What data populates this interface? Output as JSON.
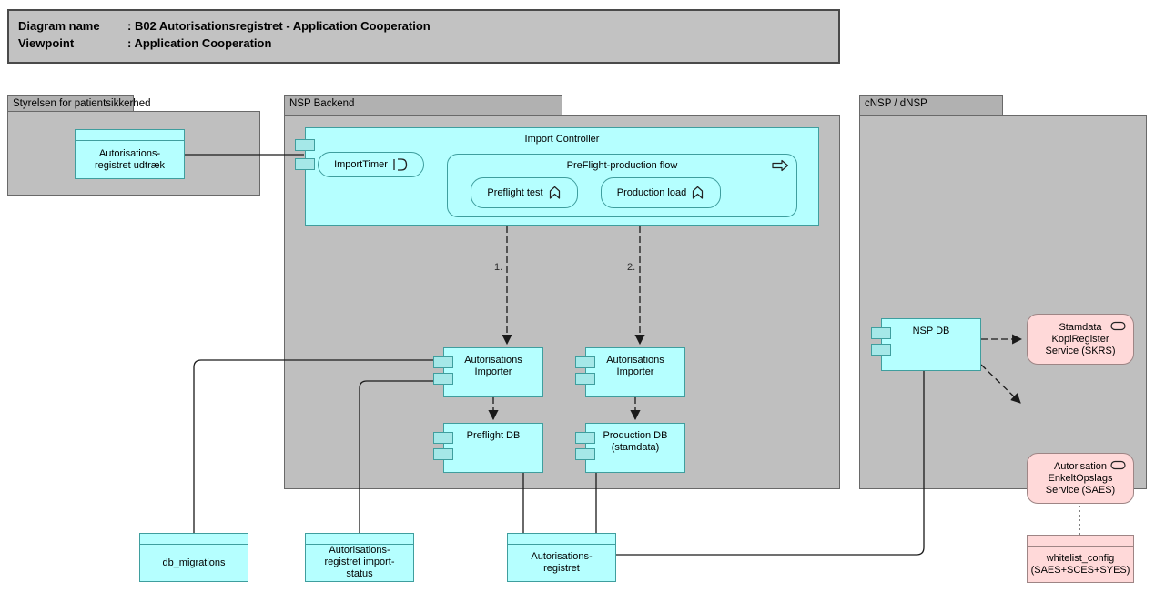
{
  "title": {
    "rows": [
      {
        "label": "Diagram name",
        "value": ": B02 Autorisationsregistret - Application Cooperation"
      },
      {
        "label": "Viewpoint",
        "value": ": Application Cooperation"
      }
    ]
  },
  "groups": {
    "styrelsen": {
      "label": "Styrelsen for patientsikkerhed"
    },
    "nsp_backend": {
      "label": "NSP Backend"
    },
    "cnsp": {
      "label": "cNSP / dNSP"
    }
  },
  "nodes": {
    "udtraek": {
      "label": "Autorisations-\nregistret udtræk",
      "type": "artifact"
    },
    "import_controller": {
      "label": "Import Controller",
      "type": "component"
    },
    "import_timer": {
      "label": "ImportTimer",
      "icon": "event-icon"
    },
    "flow": {
      "label": "PreFlight-production flow",
      "icon": "process-arrow-icon"
    },
    "preflight_test": {
      "label": "Preflight test",
      "icon": "function-icon"
    },
    "production_load": {
      "label": "Production load",
      "icon": "function-icon"
    },
    "importer_preflight": {
      "label": "Autorisations\nImporter",
      "type": "component"
    },
    "importer_production": {
      "label": "Autorisations\nImporter",
      "type": "component"
    },
    "preflight_db": {
      "label": "Preflight DB",
      "type": "component"
    },
    "production_db": {
      "label": "Production DB\n(stamdata)",
      "type": "component"
    },
    "nsp_db": {
      "label": "NSP DB",
      "type": "component"
    },
    "skrs": {
      "label": "Stamdata\nKopiRegister\nService (SKRS)",
      "icon": "service-icon"
    },
    "saes": {
      "label": "Autorisation\nEnkeltOpslags\nService (SAES)",
      "icon": "service-icon"
    },
    "db_migrations": {
      "label": "db_migrations",
      "type": "artifact"
    },
    "import_status": {
      "label": "Autorisations-\nregistret import-\nstatus",
      "type": "artifact"
    },
    "aut_registret": {
      "label": "Autorisations-\nregistret",
      "type": "artifact"
    },
    "whitelist": {
      "label": "whitelist_config\n(SAES+SCES+SYES)",
      "type": "artifact"
    }
  },
  "connectors": {
    "flow1": "1.",
    "flow2": "2."
  },
  "colors": {
    "application_cyan": "#b5ffff",
    "external_pink": "#ffd9d9",
    "group_grey": "#bfbfbf",
    "group_tab_grey": "#b1b1b1",
    "title_grey": "#c2c2c2",
    "cyan_border": "#3f9e9e",
    "pink_border": "#9e8585",
    "line_black": "#1a1a1a"
  }
}
